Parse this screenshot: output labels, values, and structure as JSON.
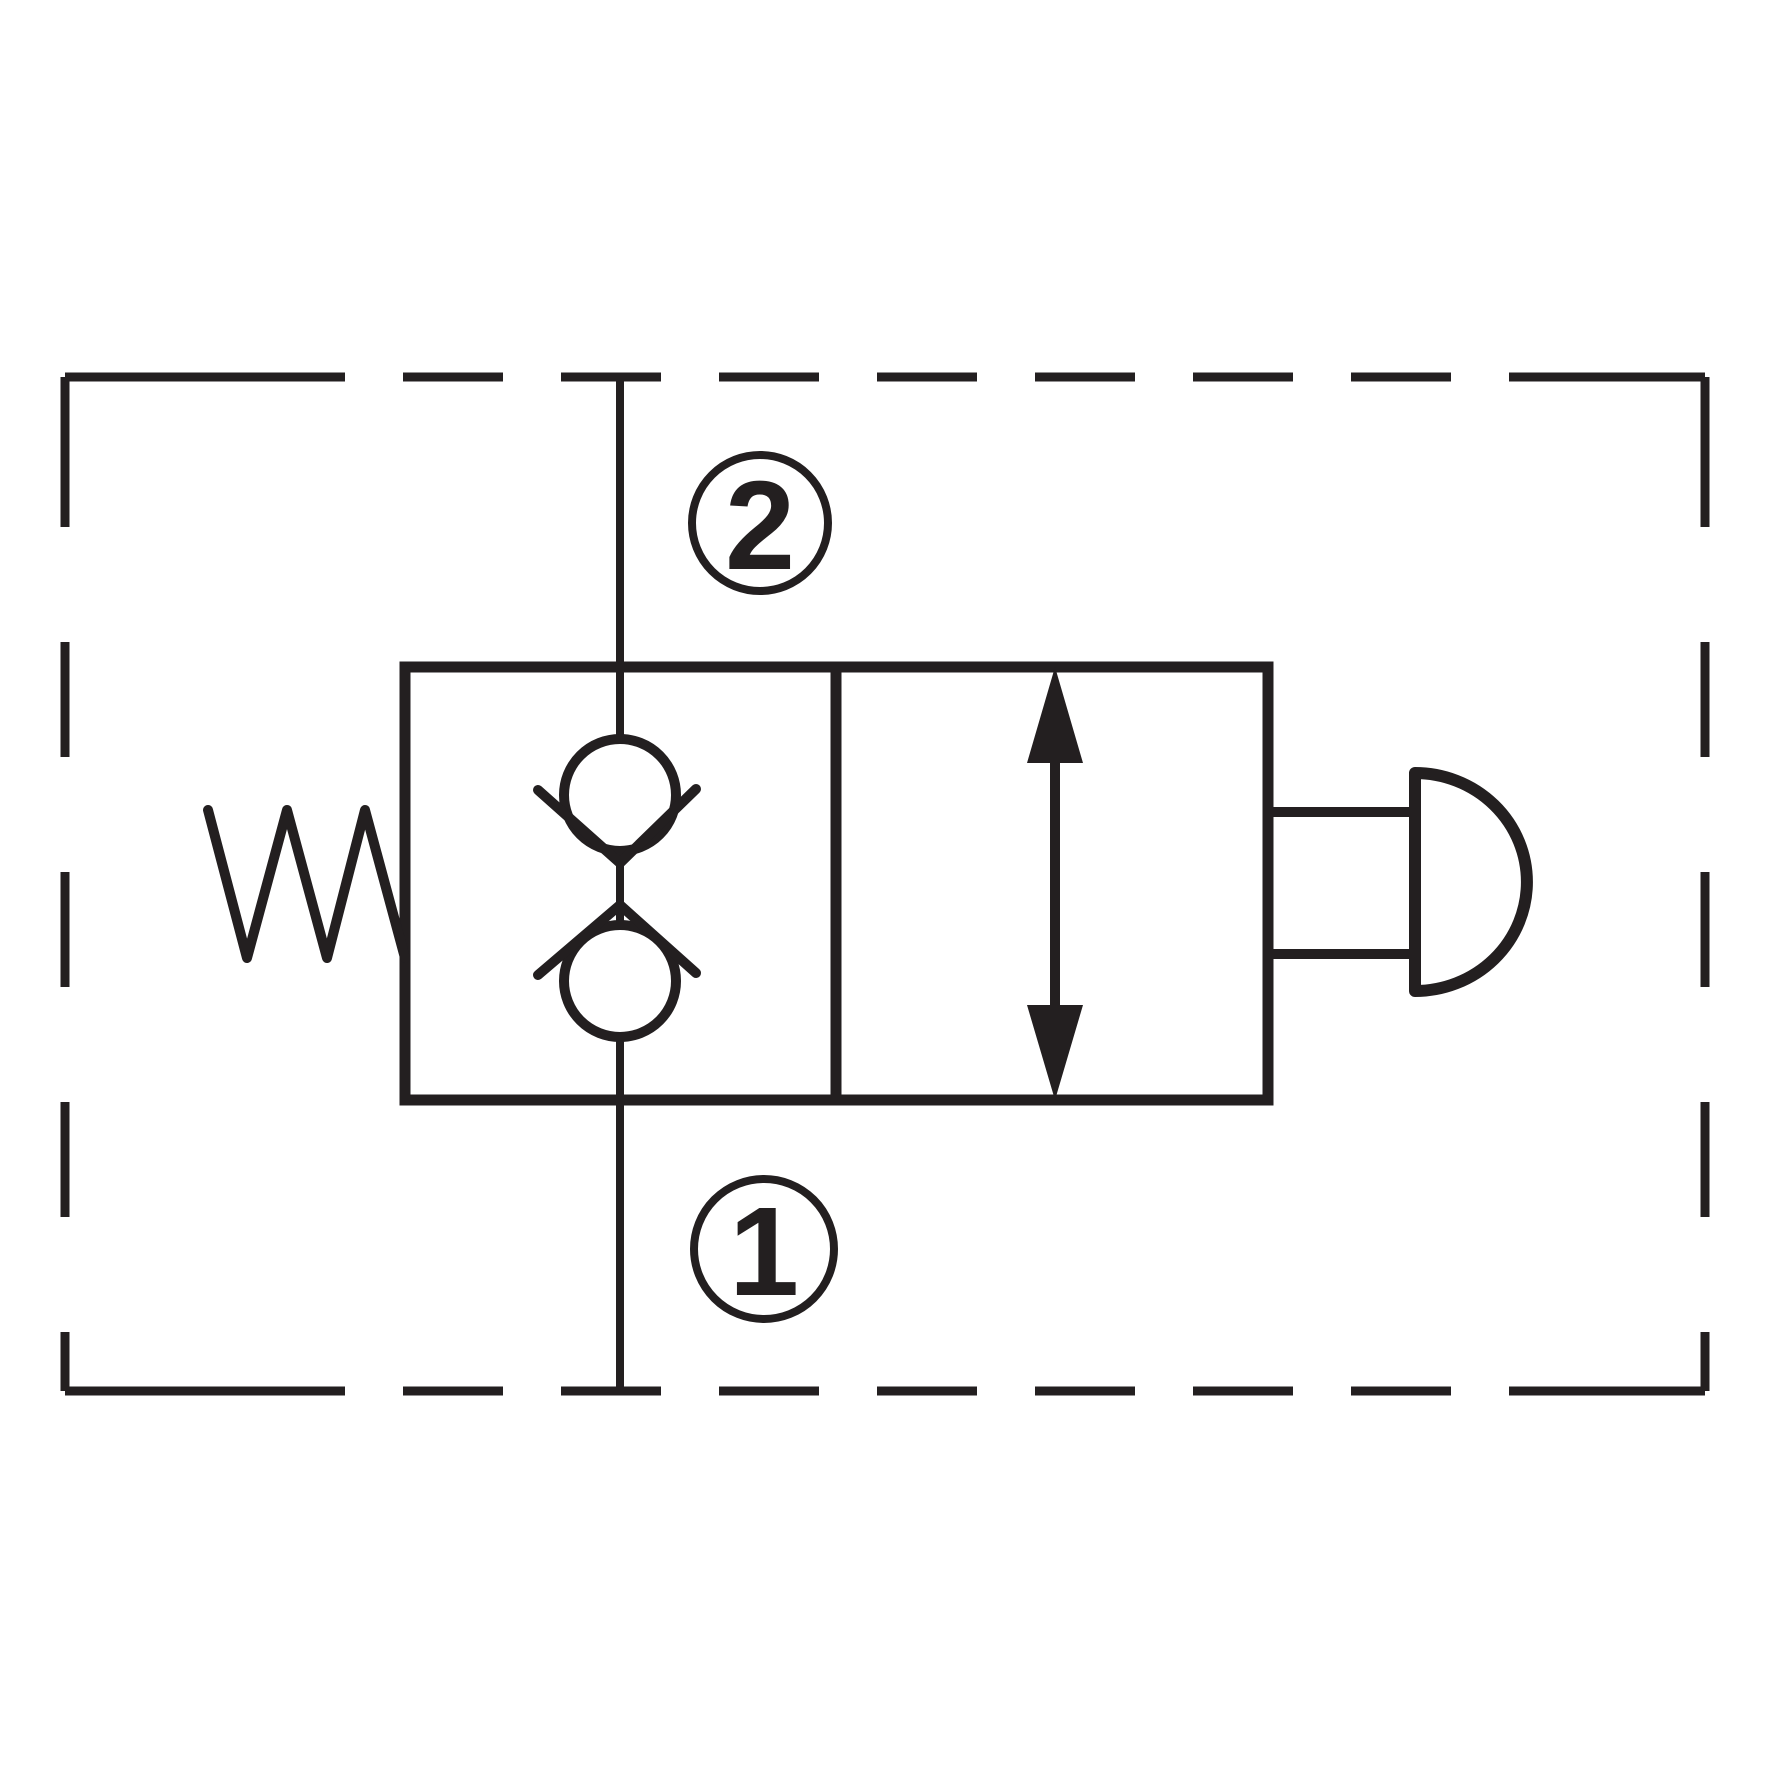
{
  "diagram": {
    "type": "hydraulic-valve-schematic",
    "ports": {
      "port2": {
        "label": "2"
      },
      "port1": {
        "label": "1"
      }
    },
    "components": {
      "envelope": "dashed-boundary-envelope",
      "flow_line": "port-2-to-port-1-flow-line",
      "check_element": "double-ball-check",
      "spring": "return-spring",
      "stroke_arrow": "double-headed-travel-arrow",
      "actuator": "manual-push-button"
    }
  },
  "colors": {
    "line": "#231f20",
    "background": "#ffffff"
  }
}
